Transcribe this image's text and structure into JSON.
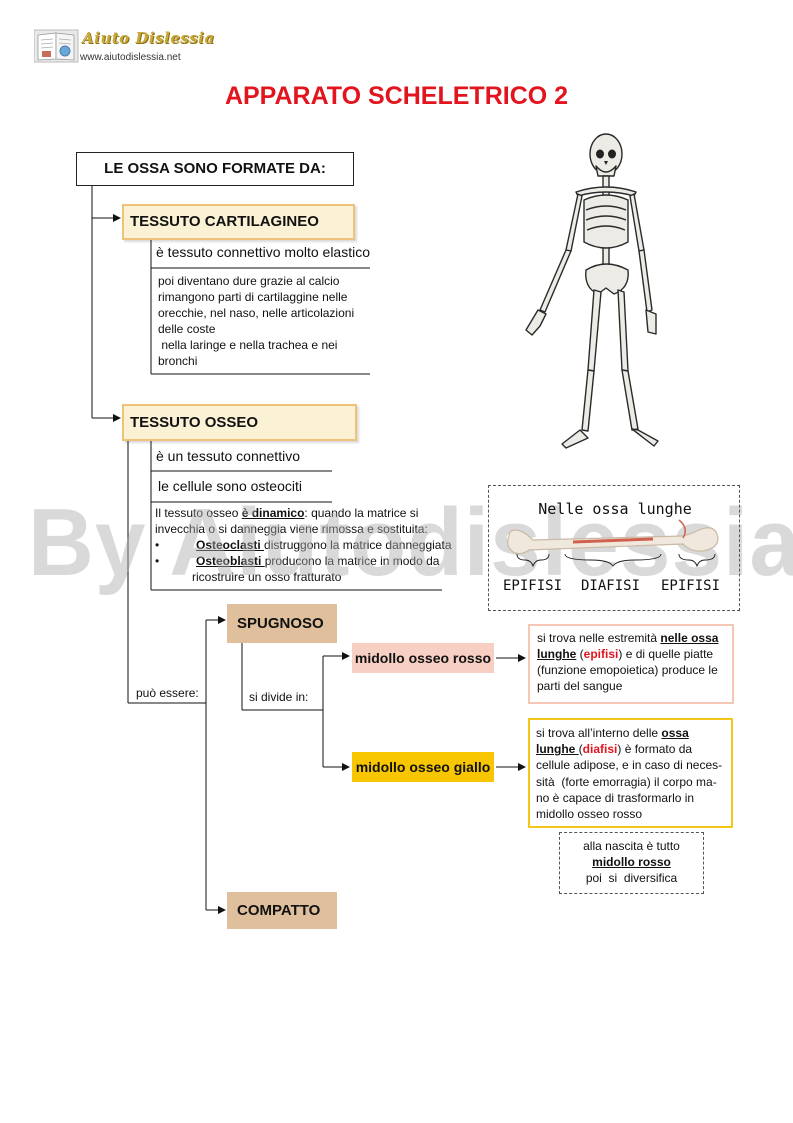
{
  "header": {
    "logo_name": "Aiuto Dislessia",
    "logo_url": "www.aiutodislessia.net",
    "title": "APPARATO SCHELETRICO 2"
  },
  "watermark": "By Aiutodislessia.net",
  "main_box": "LE OSSA SONO FORMATE DA:",
  "cartilagineo": {
    "label": "TESSUTO CARTILAGINEO",
    "desc": "è  tessuto connettivo molto elastico",
    "details": [
      "poi diventano dure grazie al calcio",
      "rimangono parti di cartilaggine nelle",
      "orecchie, nel naso, nelle articolazioni",
      "delle coste",
      " nella laringe e nella trachea e nei",
      "bronchi"
    ]
  },
  "osseo": {
    "label": "TESSUTO OSSEO",
    "desc1": "è un tessuto connettivo",
    "desc2": "le cellule sono osteociti",
    "dyn_pre": "Il tessuto osseo ",
    "dyn_bold": "è dinamico",
    "dyn_post": ": quando la matrice si",
    "dyn_line2": "invecchia o si danneggia  viene rimossa e sostituita:",
    "bullet1_bold": "Osteoclasti ",
    "bullet1_rest": "distruggono la matrice danneggiata",
    "bullet2_bold": "Osteoblasti ",
    "bullet2_rest": "producono la matrice in modo da",
    "bullet2_line2": "ricostruire un osso fratturato"
  },
  "bone_figure": {
    "title": "Nelle ossa lunghe",
    "labels": [
      "EPIFISI",
      "DIAFISI",
      "EPIFISI"
    ]
  },
  "tree": {
    "puo_essere": "può essere:",
    "spugnoso": "SPUGNOSO",
    "compatto": "COMPATTO",
    "si_divide": "si divide in:",
    "rosso": "midollo osseo rosso",
    "giallo": "midollo osseo giallo"
  },
  "info_rosso": {
    "l1": "si trova nelle estremità ",
    "l1_bold": "nelle ossa",
    "l2_bold": "lunghe",
    "l2_paren_open": " (",
    "l2_red": "epifisi",
    "l2_rest": ") e di quelle piatte",
    "l3": "(funzione emopoietica) produce le",
    "l4": "parti del sangue"
  },
  "info_giallo": {
    "l1": "si trova all’interno delle ",
    "l1_bold": "ossa",
    "l2_bold": "lunghe ",
    "l2_paren_open": "(",
    "l2_red": "diafisi",
    "l2_rest": ") è formato da",
    "l3": "cellule adipose, e in caso di neces-",
    "l4": "sità  (forte emorragia) il corpo ma-",
    "l5": "no è capace di trasformarlo in",
    "l6": "midollo osseo rosso"
  },
  "info_nascita": {
    "l1": "alla nascita è tutto",
    "l2_bold": "midollo rosso",
    "l3": "poi  si  diversifica"
  },
  "colors": {
    "title_red": "#e2141d",
    "tag_fill": "#fbf2d6",
    "tag_border": "#eec27a",
    "tan": "#e0c09c",
    "pink": "#f7cfc3",
    "yellow": "#f7c600"
  }
}
